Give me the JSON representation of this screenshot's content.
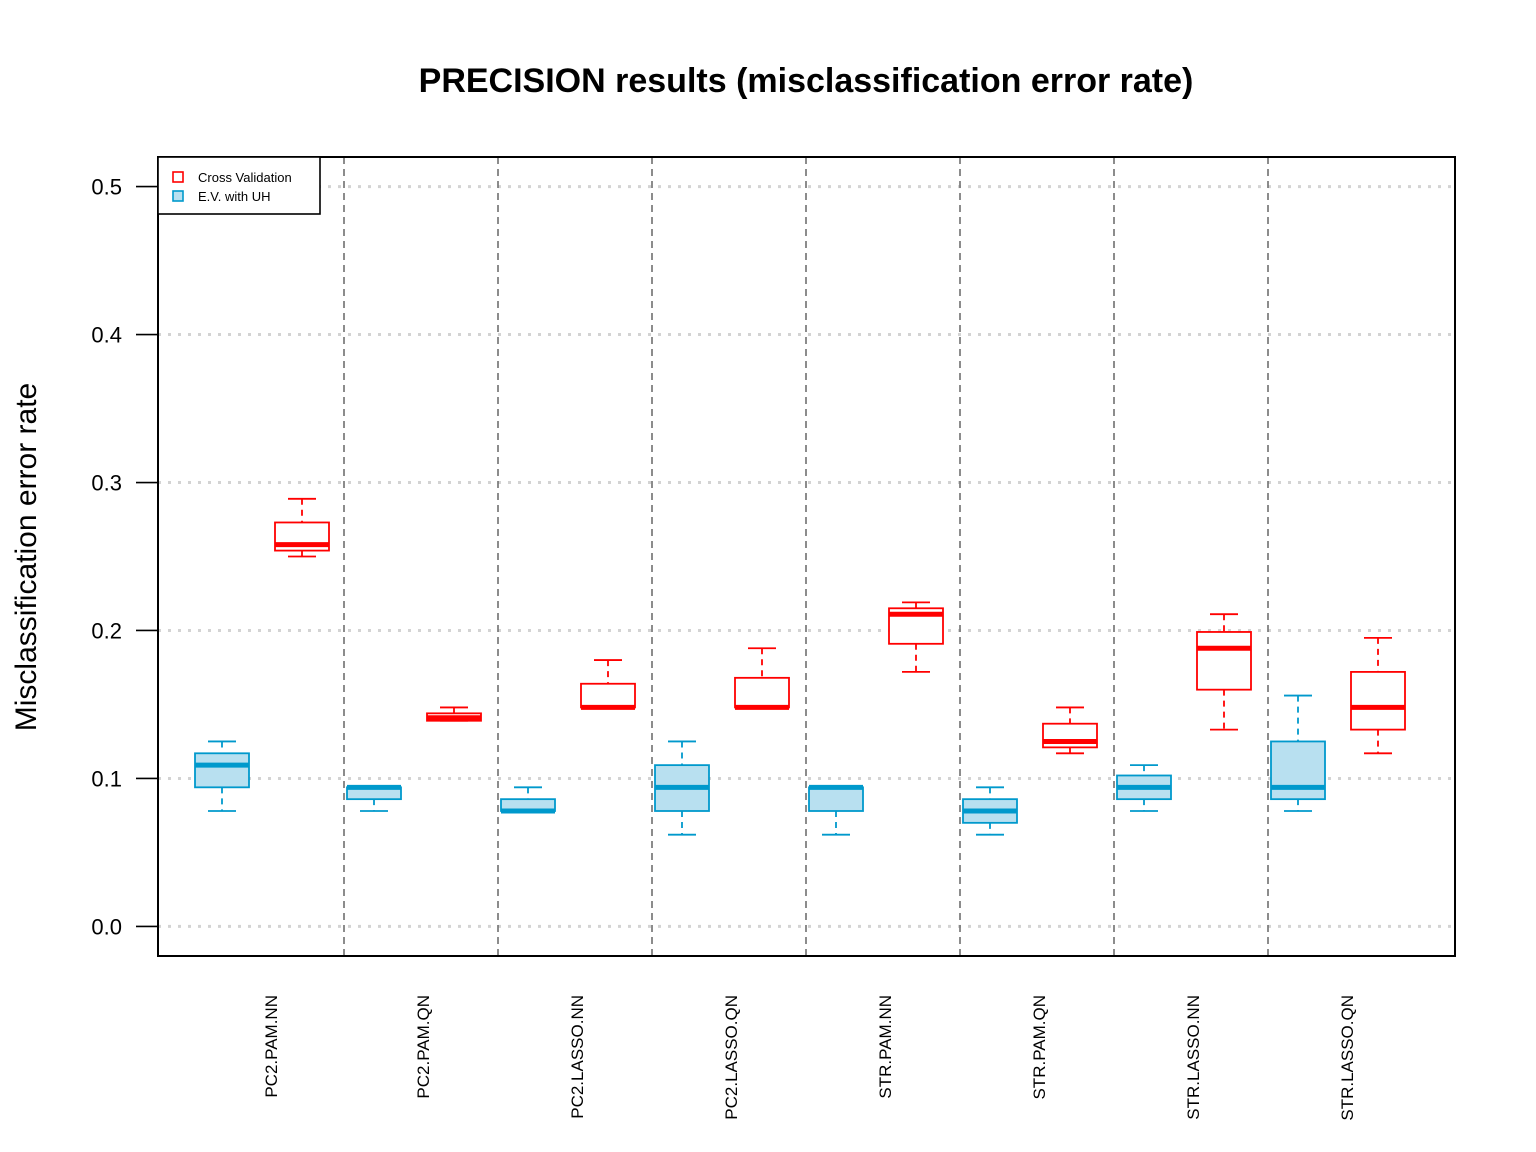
{
  "chart_data": {
    "type": "box",
    "title": "PRECISION results (misclassification error rate)",
    "xlabel": "",
    "ylabel": "Misclassification error rate",
    "ylim": [
      -0.02,
      0.52
    ],
    "yticks": [
      0.0,
      0.1,
      0.2,
      0.3,
      0.4,
      0.5
    ],
    "ytick_labels": [
      "0.0",
      "0.1",
      "0.2",
      "0.3",
      "0.4",
      "0.5"
    ],
    "grid": true,
    "legend_position": "top-left",
    "categories": [
      "PC2.PAM.NN",
      "PC2.PAM.QN",
      "PC2.LASSO.NN",
      "PC2.LASSO.QN",
      "STR.PAM.NN",
      "STR.PAM.QN",
      "STR.LASSO.NN",
      "STR.LASSO.QN"
    ],
    "series": [
      {
        "name": "E.V. with UH",
        "color": "#0099cc",
        "fill": "#b8e0f0",
        "boxes": [
          {
            "min": 0.078,
            "q1": 0.094,
            "median": 0.109,
            "q3": 0.117,
            "max": 0.125
          },
          {
            "min": 0.078,
            "q1": 0.086,
            "median": 0.094,
            "q3": 0.094,
            "max": 0.094
          },
          {
            "min": 0.078,
            "q1": 0.078,
            "median": 0.078,
            "q3": 0.086,
            "max": 0.094
          },
          {
            "min": 0.062,
            "q1": 0.078,
            "median": 0.094,
            "q3": 0.109,
            "max": 0.125
          },
          {
            "min": 0.062,
            "q1": 0.078,
            "median": 0.094,
            "q3": 0.094,
            "max": 0.094
          },
          {
            "min": 0.062,
            "q1": 0.07,
            "median": 0.078,
            "q3": 0.086,
            "max": 0.094
          },
          {
            "min": 0.078,
            "q1": 0.086,
            "median": 0.094,
            "q3": 0.102,
            "max": 0.109
          },
          {
            "min": 0.078,
            "q1": 0.086,
            "median": 0.094,
            "q3": 0.125,
            "max": 0.156
          }
        ]
      },
      {
        "name": "Cross Validation",
        "color": "#ff0000",
        "fill": "#ffffff",
        "boxes": [
          {
            "min": 0.25,
            "q1": 0.254,
            "median": 0.258,
            "q3": 0.273,
            "max": 0.289
          },
          {
            "min": 0.139,
            "q1": 0.139,
            "median": 0.141,
            "q3": 0.144,
            "max": 0.148
          },
          {
            "min": 0.148,
            "q1": 0.148,
            "median": 0.148,
            "q3": 0.164,
            "max": 0.18
          },
          {
            "min": 0.148,
            "q1": 0.148,
            "median": 0.148,
            "q3": 0.168,
            "max": 0.188
          },
          {
            "min": 0.172,
            "q1": 0.191,
            "median": 0.211,
            "q3": 0.215,
            "max": 0.219
          },
          {
            "min": 0.117,
            "q1": 0.121,
            "median": 0.125,
            "q3": 0.137,
            "max": 0.148
          },
          {
            "min": 0.133,
            "q1": 0.16,
            "median": 0.188,
            "q3": 0.199,
            "max": 0.211
          },
          {
            "min": 0.117,
            "q1": 0.133,
            "median": 0.148,
            "q3": 0.172,
            "max": 0.195
          }
        ]
      }
    ],
    "legend_order": [
      "Cross Validation",
      "E.V. with UH"
    ]
  }
}
